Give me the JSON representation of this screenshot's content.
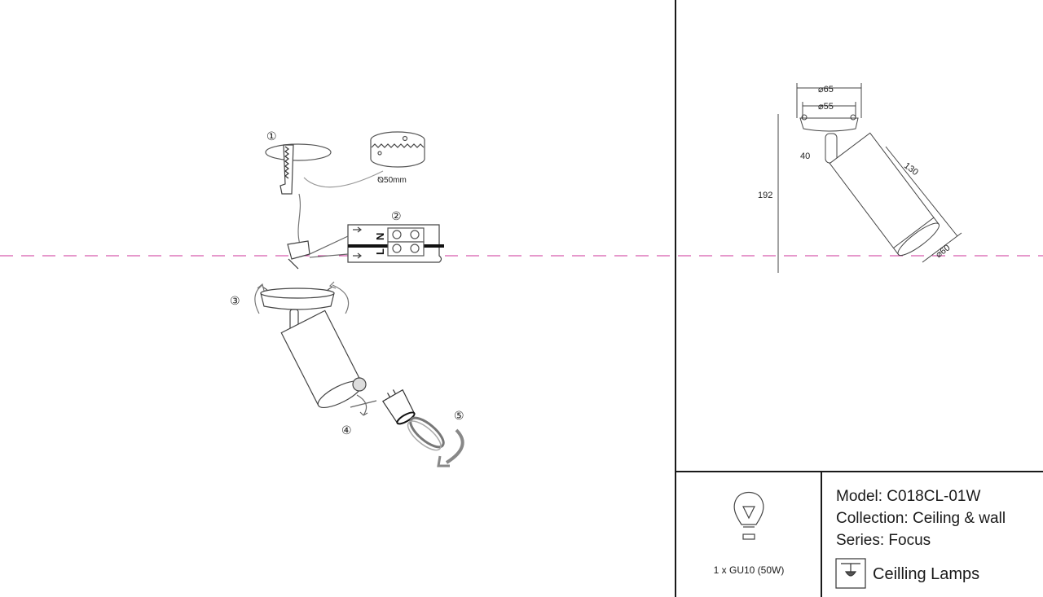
{
  "steps": [
    "①",
    "②",
    "③",
    "④",
    "⑤"
  ],
  "cutout": {
    "diameter_label": "⦰50mm"
  },
  "terminal": {
    "neutral": "N",
    "live": "L"
  },
  "dimensions": {
    "outer_diameter": "⌀65",
    "inner_diameter": "⌀55",
    "total_height": "192",
    "mount_height": "40",
    "body_length": "130",
    "body_diameter": "⌀60"
  },
  "info": {
    "model": "Model: C018CL-01W",
    "collection": "Collection: Ceiling & wall",
    "series": "Series: Focus",
    "category": "Ceilling Lamps",
    "bulb": "1 x GU10 (50W)"
  },
  "colors": {
    "guide_line": "#cc3399",
    "line": "#444444",
    "frame": "#1a1a1a"
  }
}
